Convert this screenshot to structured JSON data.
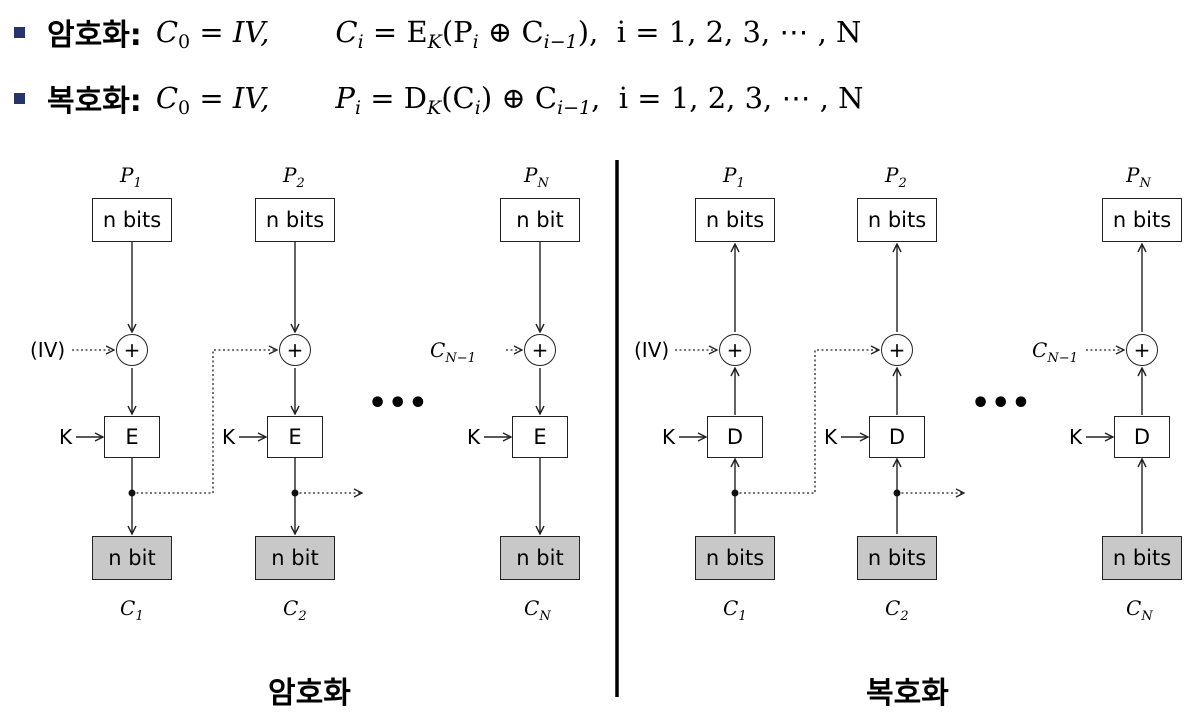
{
  "equations": {
    "encryption": {
      "label": "암호화:",
      "c0": "IV,",
      "rel": "= E",
      "rel_sub": "K",
      "body": "(P",
      "body_sub": "i",
      "xor_part": " ⊕ C",
      "xor_sub": "i−1",
      "close": "),",
      "range": "  i = 1, 2, 3, ⋯ , N"
    },
    "decryption": {
      "label": "복호화:",
      "c0": "IV,",
      "rel": "= D",
      "rel_sub": "K",
      "body": "(C",
      "body_sub": "i",
      "xor_part": ") ⊕ C",
      "xor_sub": "i−1",
      "close": ",",
      "range": "  i = 1, 2, 3, ⋯ , N"
    }
  },
  "encryption_diagram": {
    "plaintexts": [
      {
        "base": "P",
        "sub": "1"
      },
      {
        "base": "P",
        "sub": "2"
      },
      {
        "base": "P",
        "sub": "N"
      }
    ],
    "plain_boxes": [
      "n bits",
      "n bits",
      "n bit"
    ],
    "iv_label": "(IV)",
    "cn1": {
      "base": "C",
      "sub": "N−1"
    },
    "xor_symbol": "+",
    "key_label": "K",
    "cipher_fn": "E",
    "cipher_boxes": [
      "n bit",
      "n bit",
      "n bit"
    ],
    "ciphertexts": [
      {
        "base": "C",
        "sub": "1"
      },
      {
        "base": "C",
        "sub": "2"
      },
      {
        "base": "C",
        "sub": "N"
      }
    ],
    "ellipsis": "•••",
    "caption": "암호화"
  },
  "decryption_diagram": {
    "plaintexts": [
      {
        "base": "P",
        "sub": "1"
      },
      {
        "base": "P",
        "sub": "2"
      },
      {
        "base": "P",
        "sub": "N"
      }
    ],
    "plain_boxes": [
      "n bits",
      "n bits",
      "n bits"
    ],
    "iv_label": "(IV)",
    "cn1": {
      "base": "C",
      "sub": "N−1"
    },
    "xor_symbol": "+",
    "key_label": "K",
    "cipher_fn": "D",
    "cipher_boxes": [
      "n bits",
      "n bits",
      "n bits"
    ],
    "ciphertexts": [
      {
        "base": "C",
        "sub": "1"
      },
      {
        "base": "C",
        "sub": "2"
      },
      {
        "base": "C",
        "sub": "N"
      }
    ],
    "ellipsis": "•••",
    "caption": "복호화"
  },
  "colors": {
    "bullet": "#27336b",
    "shaded_box": "#c8c8c8",
    "line": "#222222"
  }
}
